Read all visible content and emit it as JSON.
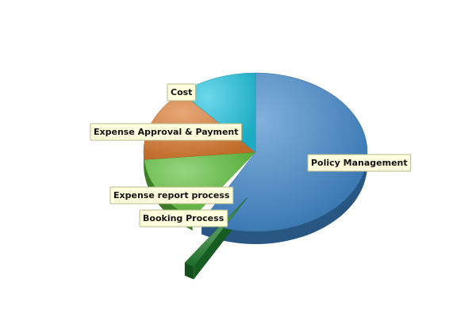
{
  "chart_data": {
    "type": "pie",
    "title": "",
    "labels": [
      "Policy Management",
      "Booking Process",
      "Expense report process",
      "Expense Approval & Payment",
      "Cost"
    ],
    "values": [
      58,
      1.5,
      14,
      15,
      11.5
    ],
    "colors": [
      "#3f86c9",
      "#1f7a2a",
      "#5cbf3a",
      "#d9782d",
      "#1fc2de"
    ],
    "legend": "none"
  }
}
